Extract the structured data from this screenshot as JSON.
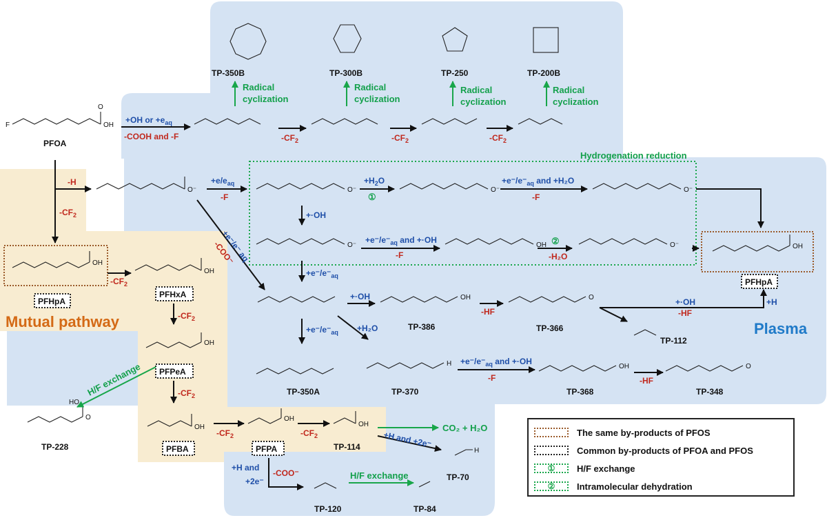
{
  "regions": {
    "plasma": "Plasma",
    "mutual": "Mutual pathway",
    "hydrogenation": "Hydrogenation reduction"
  },
  "compounds": {
    "pfoa": "PFOA",
    "pfhpa_top": "PFHpA",
    "pfhpa_left": "PFHpA",
    "pfhxa": "PFHxA",
    "pfpea": "PFPeA",
    "pfba": "PFBA",
    "pfpa": "PFPA",
    "tp350b": "TP-350B",
    "tp300b": "TP-300B",
    "tp250": "TP-250",
    "tp200b": "TP-200B",
    "tp386": "TP-386",
    "tp366": "TP-366",
    "tp112": "TP-112",
    "tp350a": "TP-350A",
    "tp370": "TP-370",
    "tp368": "TP-368",
    "tp348": "TP-348",
    "tp228": "TP-228",
    "tp114": "TP-114",
    "tp70": "TP-70",
    "tp120": "TP-120",
    "tp84": "TP-84"
  },
  "labels": {
    "radical_cyclization_1": "Radical",
    "radical_cyclization_2": "cyclization",
    "oh_or_e": "+OH or +e",
    "oh_or_e_sub": "aq",
    "cooh_f": "-COOH and -F",
    "minus_cf2": "-CF",
    "minus_cf2_sub": "2",
    "minus_h": "-H",
    "e_eaq": "+e",
    "e_eaq_mid": "/e",
    "e_eaq_sub": "aq",
    "minus_f": "-F",
    "plus_h2o": "+H",
    "plus_h2o_sub": "2",
    "plus_h2o_end": "O",
    "circle1": "①",
    "circle2": "②",
    "e_eaq_h2o": "+e⁻/e⁻",
    "e_eaq_h2o_sub": "aq",
    "e_eaq_h2o_end": " and +H₂O",
    "plus_oh": "+·OH",
    "e_eaq_oh": "+e⁻/e⁻",
    "e_eaq_oh_sub": "aq",
    "e_eaq_oh_end": " and +·OH",
    "minus_h2o": "-H₂O",
    "minus_coo": "-COO⁻",
    "minus_hf": "-HF",
    "plus_h": "+H",
    "h_and_2e": "+H and +2e⁻",
    "h_and": "+H and",
    "two_e": "+2e⁻",
    "coo_minus": "-COO⁻",
    "hf_exchange": "H/F exchange",
    "co2_h2o": "CO₂ + H₂O",
    "oh_hf_1": "+·OH",
    "oh_hf_2": "-HF",
    "e_eaq_oh_2": "+e⁻/e⁻",
    "e_eaq_oh_2_sub": "aq",
    "e_eaq_oh_2_end": " and +·OH",
    "plus_h2o_2": "+H₂O",
    "e_diag": "+e⁻/e⁻ aq",
    "e_down": "+e⁻/e⁻",
    "e_down_sub": "aq"
  },
  "legend": {
    "items": [
      {
        "text": "The same by-products of PFOS",
        "color": "#9a5a2a"
      },
      {
        "text": "Common by-products of PFOA and PFOS",
        "color": "#222222"
      },
      {
        "text": "H/F exchange",
        "color": "#18a64a",
        "mark": "①"
      },
      {
        "text": "Intramolecular dehydration",
        "color": "#18a64a",
        "mark": "②"
      }
    ]
  },
  "atoms": {
    "F": "F",
    "OH": "OH",
    "O": "O",
    "Om": "O⁻",
    "H": "H"
  },
  "colors": {
    "plasma_bg": "#d5e3f3",
    "mutual_bg": "#f8ecd1",
    "blue_text": "#1f4fa8",
    "red_text": "#c0281d",
    "green": "#18a64a",
    "brown_box": "#9a5a2a",
    "region_plasma_text": "#1f7ac8",
    "region_mutual_text": "#d46a16"
  }
}
